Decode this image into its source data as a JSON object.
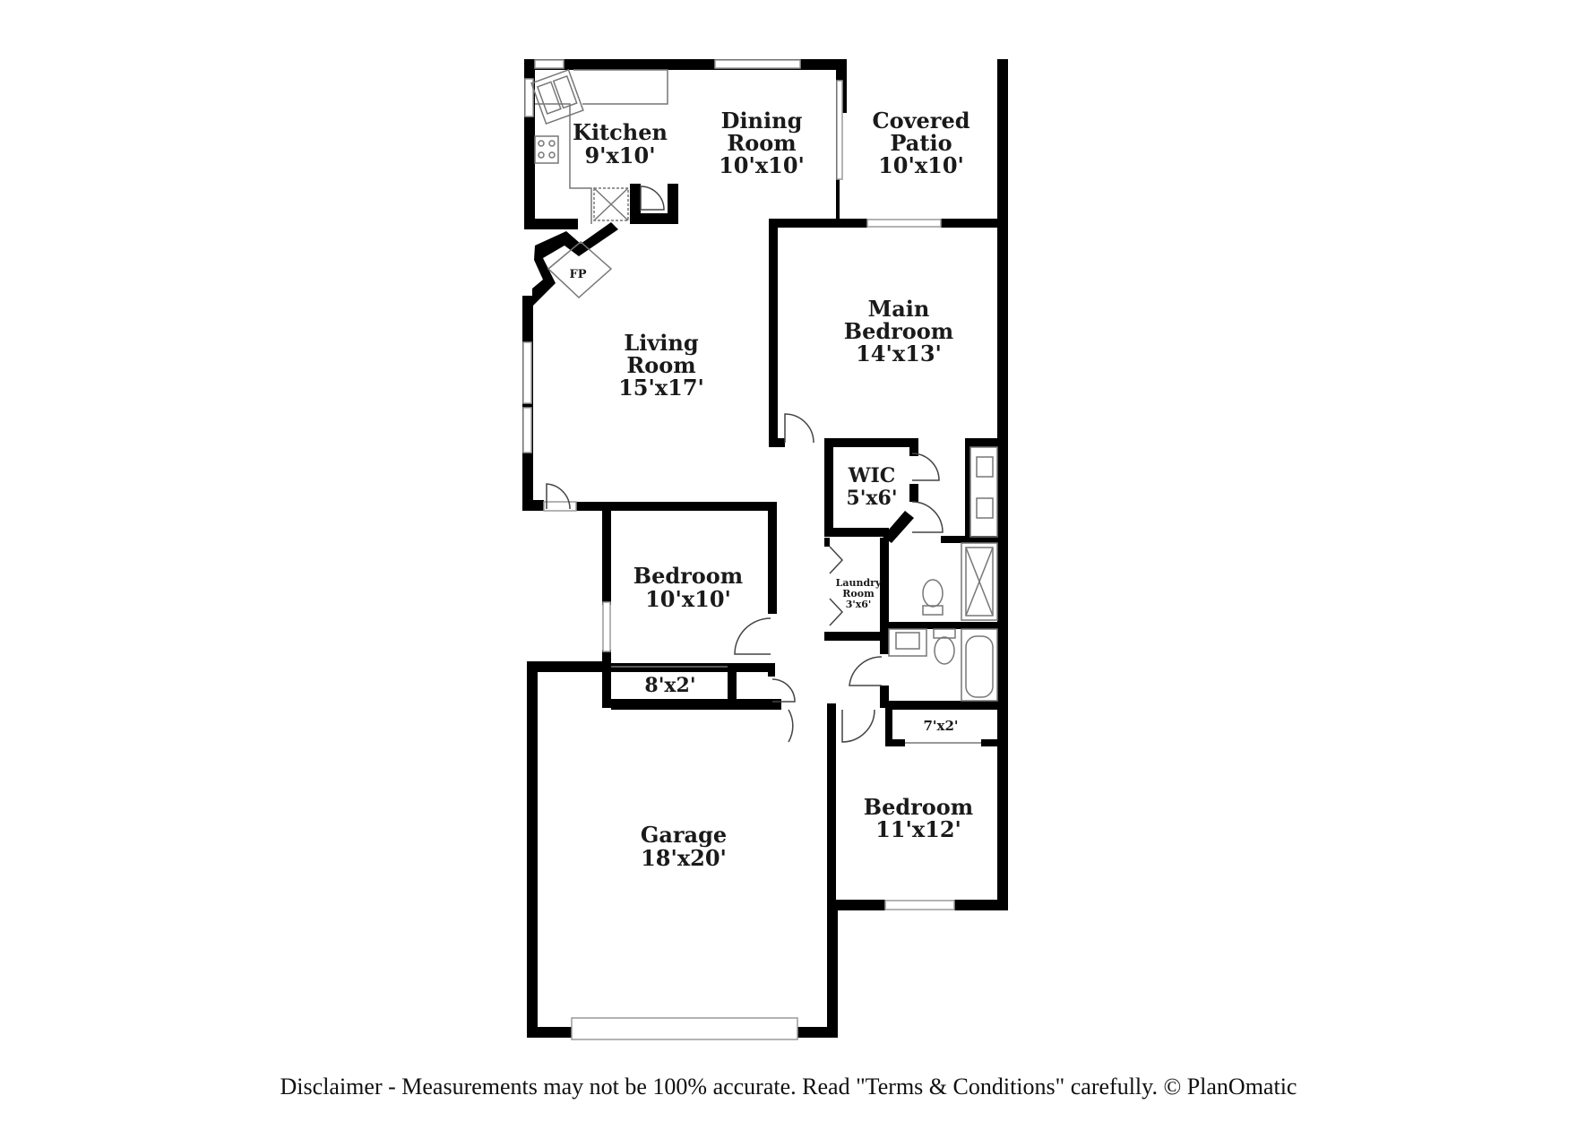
{
  "colors": {
    "wall": "#000000",
    "label": "#1a1a1a",
    "background": "#ffffff",
    "fixture_line": "#777777"
  },
  "rooms": {
    "kitchen": {
      "name": "Kitchen",
      "size": "9'x10'"
    },
    "dining": {
      "name_1": "Dining",
      "name_2": "Room",
      "size": "10'x10'"
    },
    "patio": {
      "name_1": "Covered",
      "name_2": "Patio",
      "size": "10'x10'"
    },
    "fireplace": {
      "name": "FP"
    },
    "living": {
      "name_1": "Living",
      "name_2": "Room",
      "size": "15'x17'"
    },
    "main_bedroom": {
      "name_1": "Main",
      "name_2": "Bedroom",
      "size": "14'x13'"
    },
    "wic": {
      "name": "WIC",
      "size": "5'x6'"
    },
    "laundry": {
      "name_1": "Laundry",
      "name_2": "Room",
      "size": "3'x6'"
    },
    "bedroom_1": {
      "name": "Bedroom",
      "size": "10'x10'"
    },
    "closet_1": {
      "size": "8'x2'"
    },
    "closet_2": {
      "size": "7'x2'"
    },
    "garage": {
      "name": "Garage",
      "size": "18'x20'"
    },
    "bedroom_2": {
      "name": "Bedroom",
      "size": "11'x12'"
    }
  },
  "disclaimer": "Disclaimer - Measurements may not be 100% accurate. Read \"Terms & Conditions\" carefully. © PlanOmatic"
}
